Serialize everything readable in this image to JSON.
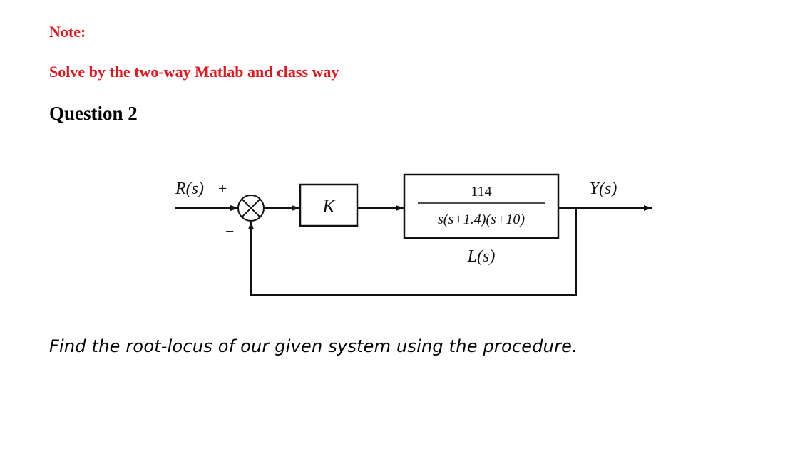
{
  "note": {
    "label": "Note:",
    "instruction": "Solve by the two-way Matlab and class way"
  },
  "question": {
    "title": "Question 2",
    "task": "Find the root-locus of our given system using the procedure."
  },
  "diagram": {
    "input_label": "R(s)",
    "plus_sign": "+",
    "minus_sign": "−",
    "gain_label": "K",
    "tf_numerator": "114",
    "tf_denominator": "s(s+1.4)(s+10)",
    "loop_label": "L(s)",
    "output_label": "Y(s)"
  }
}
